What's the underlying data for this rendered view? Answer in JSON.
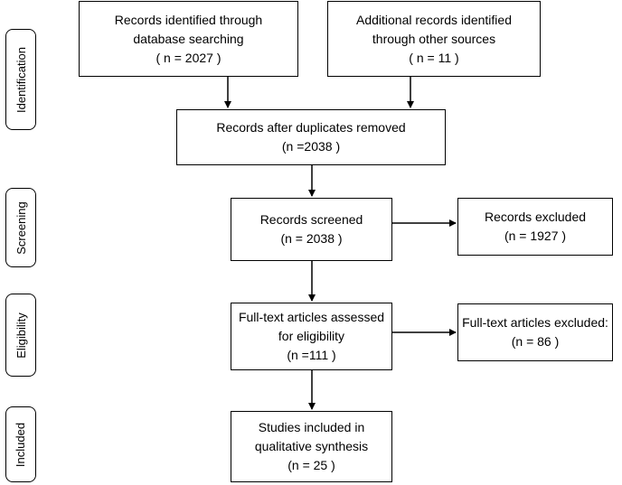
{
  "phases": {
    "identification": "Identification",
    "screening": "Screening",
    "eligibility": "Eligibility",
    "included": "Included"
  },
  "boxes": {
    "database_search": {
      "line1": "Records identified through",
      "line2": "database searching",
      "count": "( n = 2027  )"
    },
    "other_sources": {
      "line1": "Additional records identified",
      "line2": "through other sources",
      "count": "( n = 11  )"
    },
    "duplicates_removed": {
      "line1": "Records after duplicates removed",
      "count": "(n =2038   )"
    },
    "screened": {
      "line1": "Records screened",
      "count": "(n = 2038  )"
    },
    "excluded": {
      "line1": "Records excluded",
      "count": "(n = 1927  )"
    },
    "full_text_assessed": {
      "line1": "Full-text articles assessed",
      "line2": "for eligibility",
      "count": "(n =111   )"
    },
    "full_text_excluded": {
      "line1": "Full-text articles excluded:",
      "count": "(n = 86  )"
    },
    "included": {
      "line1": "Studies included in",
      "line2": "qualitative synthesis",
      "count": "(n =  25 )"
    }
  }
}
